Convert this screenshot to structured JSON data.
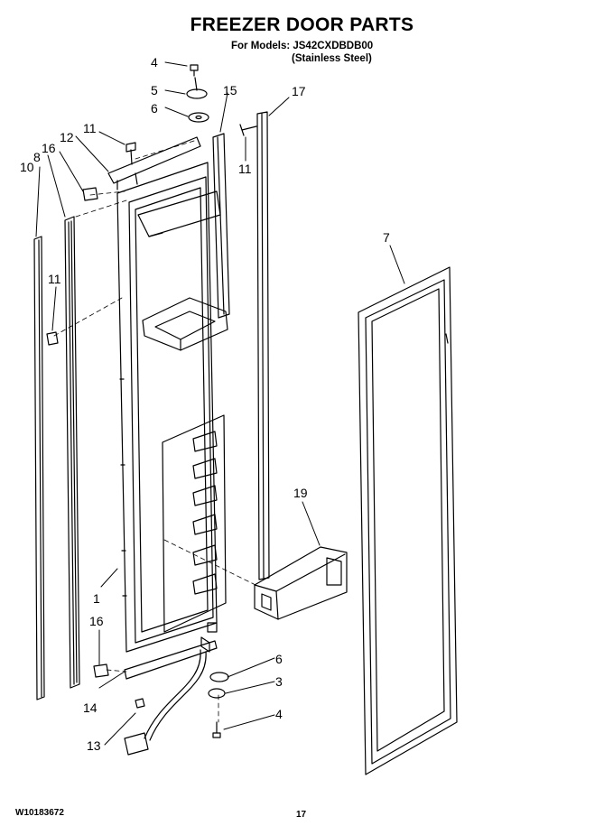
{
  "title": "FREEZER DOOR PARTS",
  "models_label": "For Models: JS42CXDBDB00",
  "models_sub": "(Stainless Steel)",
  "doc_number": "W10183672",
  "page_number": "17",
  "callouts": [
    {
      "id": "c4a",
      "text": "4"
    },
    {
      "id": "c5",
      "text": "5"
    },
    {
      "id": "c6a",
      "text": "6"
    },
    {
      "id": "c15",
      "text": "15"
    },
    {
      "id": "c17",
      "text": "17"
    },
    {
      "id": "c11a",
      "text": "11"
    },
    {
      "id": "c12",
      "text": "12"
    },
    {
      "id": "c16a",
      "text": "16"
    },
    {
      "id": "c8",
      "text": "8"
    },
    {
      "id": "c10",
      "text": "10"
    },
    {
      "id": "c11b",
      "text": "11"
    },
    {
      "id": "c11c",
      "text": "11"
    },
    {
      "id": "c7",
      "text": "7"
    },
    {
      "id": "c19",
      "text": "19"
    },
    {
      "id": "c1",
      "text": "1"
    },
    {
      "id": "c16b",
      "text": "16"
    },
    {
      "id": "c14",
      "text": "14"
    },
    {
      "id": "c13",
      "text": "13"
    },
    {
      "id": "c6b",
      "text": "6"
    },
    {
      "id": "c3",
      "text": "3"
    },
    {
      "id": "c4b",
      "text": "4"
    }
  ]
}
